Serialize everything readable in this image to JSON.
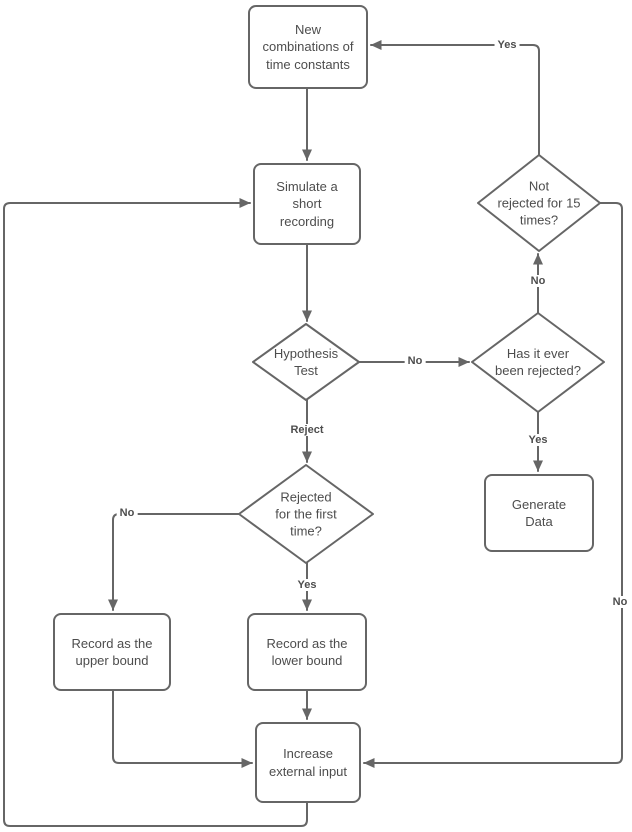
{
  "diagram": {
    "type": "flowchart",
    "background_color": "#ffffff",
    "stroke_color": "#666666",
    "text_color": "#4d4d4d",
    "nodes": {
      "new_combinations": {
        "shape": "process",
        "label": "New\ncombinations of\ntime constants"
      },
      "simulate": {
        "shape": "process",
        "label": "Simulate a\nshort\nrecording"
      },
      "hypothesis_test": {
        "shape": "decision",
        "label": "Hypothesis\nTest"
      },
      "not_rejected_15": {
        "shape": "decision",
        "label": "Not\nrejected for 15\ntimes?"
      },
      "ever_rejected": {
        "shape": "decision",
        "label": "Has it ever\nbeen rejected?"
      },
      "generate_data": {
        "shape": "process",
        "label": "Generate\nData"
      },
      "rejected_first": {
        "shape": "decision",
        "label": "Rejected\nfor the first\ntime?"
      },
      "record_upper": {
        "shape": "process",
        "label": "Record as the\nupper bound"
      },
      "record_lower": {
        "shape": "process",
        "label": "Record as the\nlower bound"
      },
      "increase_input": {
        "shape": "process",
        "label": "Increase\nexternal input"
      }
    },
    "edges": [
      {
        "from": "new_combinations",
        "to": "simulate",
        "label": ""
      },
      {
        "from": "simulate",
        "to": "hypothesis_test",
        "label": ""
      },
      {
        "from": "hypothesis_test",
        "to": "ever_rejected",
        "label": "No"
      },
      {
        "from": "hypothesis_test",
        "to": "rejected_first",
        "label": "Reject"
      },
      {
        "from": "rejected_first",
        "to": "record_lower",
        "label": "Yes"
      },
      {
        "from": "rejected_first",
        "to": "record_upper",
        "label": "No"
      },
      {
        "from": "record_lower",
        "to": "increase_input",
        "label": ""
      },
      {
        "from": "record_upper",
        "to": "increase_input",
        "label": ""
      },
      {
        "from": "increase_input",
        "to": "simulate",
        "label": ""
      },
      {
        "from": "ever_rejected",
        "to": "not_rejected_15",
        "label": "No"
      },
      {
        "from": "ever_rejected",
        "to": "generate_data",
        "label": "Yes"
      },
      {
        "from": "not_rejected_15",
        "to": "new_combinations",
        "label": "Yes"
      },
      {
        "from": "not_rejected_15",
        "to": "increase_input",
        "label": "No"
      }
    ]
  }
}
